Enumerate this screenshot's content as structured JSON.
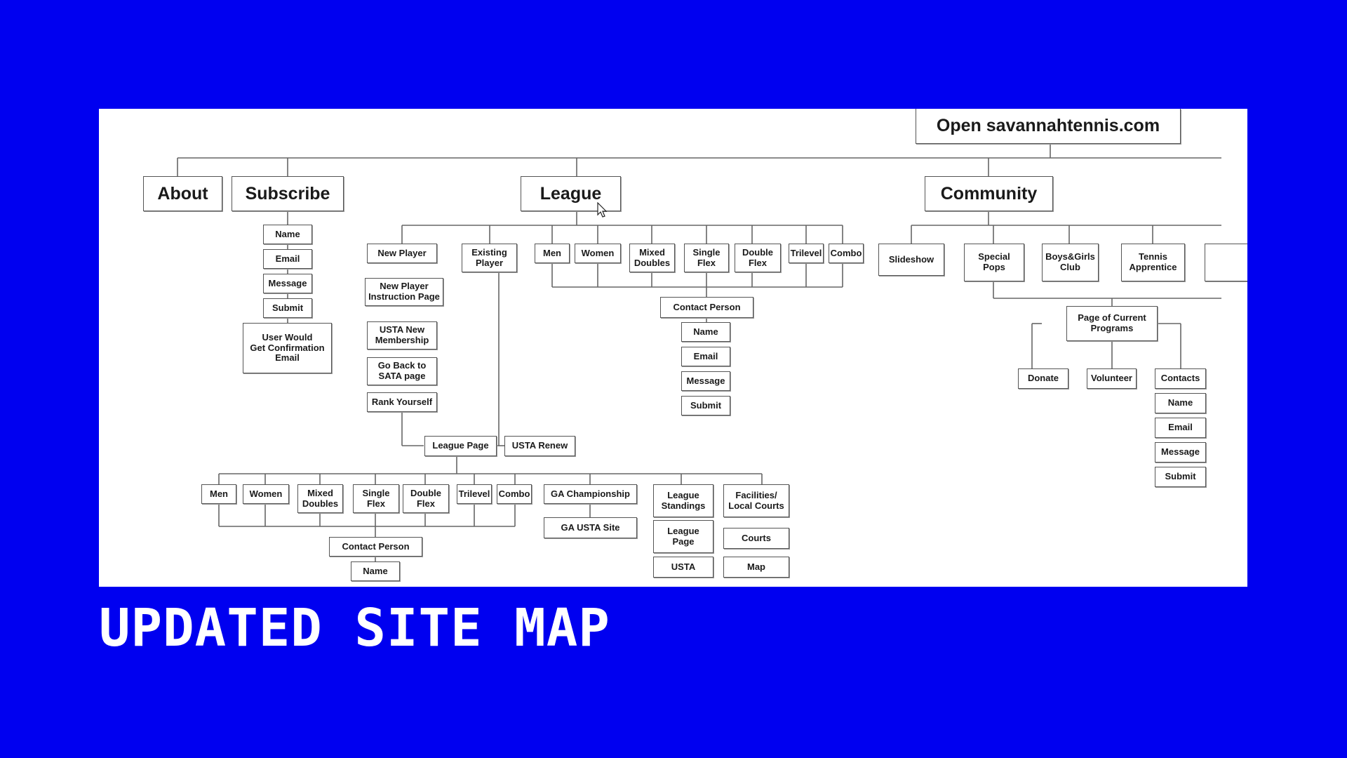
{
  "slide": {
    "title": "UPDATED SITE MAP",
    "background_color": "#0000f0",
    "title_color": "#ffffff"
  },
  "sitemap": {
    "root": "Open savannahtennis.com",
    "sections": {
      "about": "About",
      "subscribe": "Subscribe",
      "league": "League",
      "community": "Community"
    },
    "subscribe_form": [
      "Name",
      "Email",
      "Message",
      "Submit",
      "User Would\nGet Confirmation\nEmail"
    ],
    "league": {
      "new_player": "New Player",
      "new_player_flow": [
        "New Player\nInstruction Page",
        "USTA New\nMembership",
        "Go Back to\nSATA page",
        "Rank Yourself"
      ],
      "existing_player": "Existing\nPlayer",
      "categories": [
        "Men",
        "Women",
        "Mixed\nDoubles",
        "Single\nFlex",
        "Double\nFlex",
        "Trilevel",
        "Combo"
      ],
      "contact_person": "Contact Person",
      "contact_form": [
        "Name",
        "Email",
        "Message",
        "Submit"
      ],
      "league_page": "League Page",
      "usta_renew": "USTA Renew",
      "league_page_categories": [
        "Men",
        "Women",
        "Mixed\nDoubles",
        "Single\nFlex",
        "Double\nFlex",
        "Trilevel",
        "Combo"
      ],
      "league_page_contact": "Contact Person",
      "league_page_contact_name": "Name",
      "ga_championship": "GA Championship",
      "ga_usta_site": "GA USTA Site",
      "league_standings": "League\nStandings",
      "standings_children": [
        "League\nPage",
        "USTA"
      ],
      "facilities": "Facilities/\nLocal Courts",
      "facilities_children": [
        "Courts",
        "Map"
      ]
    },
    "community": {
      "items": [
        "Slideshow",
        "Special\nPops",
        "Boys&Girls\nClub",
        "Tennis\nApprentice"
      ],
      "current_programs": "Page of Current\nPrograms",
      "program_children": [
        "Donate",
        "Volunteer",
        "Contacts"
      ],
      "contacts_form": [
        "Name",
        "Email",
        "Message",
        "Submit"
      ]
    }
  }
}
